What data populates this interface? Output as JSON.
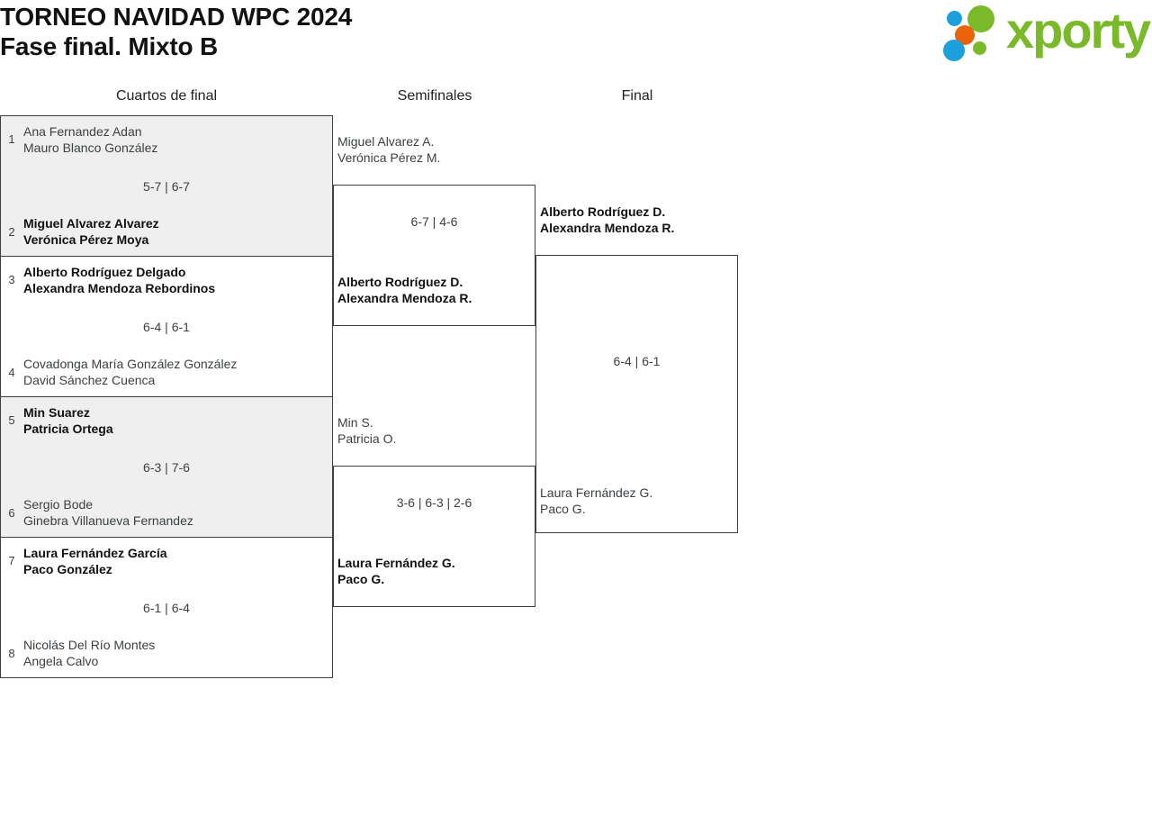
{
  "header": {
    "title_line1": "TORNEO NAVIDAD WPC 2024",
    "title_line2": "Fase final. Mixto B",
    "logo_word": "xporty",
    "logo_colors": {
      "green": "#7ab929",
      "blue": "#1ca0dd",
      "orange": "#e8630a"
    }
  },
  "rounds": [
    {
      "label": "Cuartos de final"
    },
    {
      "label": "Semifinales"
    },
    {
      "label": "Final"
    }
  ],
  "quarterfinals": [
    {
      "top": {
        "seed": "1",
        "p1": "Ana Fernandez Adan",
        "p2": "Mauro Blanco González",
        "winner": false
      },
      "bottom": {
        "seed": "2",
        "p1": "Miguel Alvarez Alvarez",
        "p2": "Verónica Pérez Moya",
        "winner": true
      },
      "score": "5-7 | 6-7"
    },
    {
      "top": {
        "seed": "3",
        "p1": "Alberto Rodríguez Delgado",
        "p2": "Alexandra Mendoza Rebordinos",
        "winner": true
      },
      "bottom": {
        "seed": "4",
        "p1": "Covadonga María González González",
        "p2": "David Sánchez Cuenca",
        "winner": false
      },
      "score": "6-4 | 6-1"
    },
    {
      "top": {
        "seed": "5",
        "p1": "Min Suarez",
        "p2": "Patricia Ortega",
        "winner": true
      },
      "bottom": {
        "seed": "6",
        "p1": "Sergio Bode",
        "p2": "Ginebra Villanueva Fernandez",
        "winner": false
      },
      "score": "6-3 | 7-6"
    },
    {
      "top": {
        "seed": "7",
        "p1": "Laura Fernández García",
        "p2": "Paco González",
        "winner": true
      },
      "bottom": {
        "seed": "8",
        "p1": "Nicolás Del Río Montes",
        "p2": "Angela Calvo",
        "winner": false
      },
      "score": "6-1 | 6-4"
    }
  ],
  "semifinals": [
    {
      "top": {
        "p1": "Miguel Alvarez A.",
        "p2": "Verónica Pérez M.",
        "winner": false
      },
      "bottom": {
        "p1": "Alberto Rodríguez D.",
        "p2": "Alexandra Mendoza R.",
        "winner": true
      },
      "score": "6-7 | 4-6"
    },
    {
      "top": {
        "p1": "Min S.",
        "p2": "Patricia O.",
        "winner": false
      },
      "bottom": {
        "p1": "Laura Fernández G.",
        "p2": "Paco G.",
        "winner": true
      },
      "score": "3-6 | 6-3 | 2-6"
    }
  ],
  "final": {
    "top": {
      "p1": "Alberto Rodríguez D.",
      "p2": "Alexandra Mendoza R.",
      "winner": true
    },
    "bottom": {
      "p1": "Laura Fernández G.",
      "p2": "Paco G.",
      "winner": false
    },
    "score": "6-4 | 6-1"
  }
}
